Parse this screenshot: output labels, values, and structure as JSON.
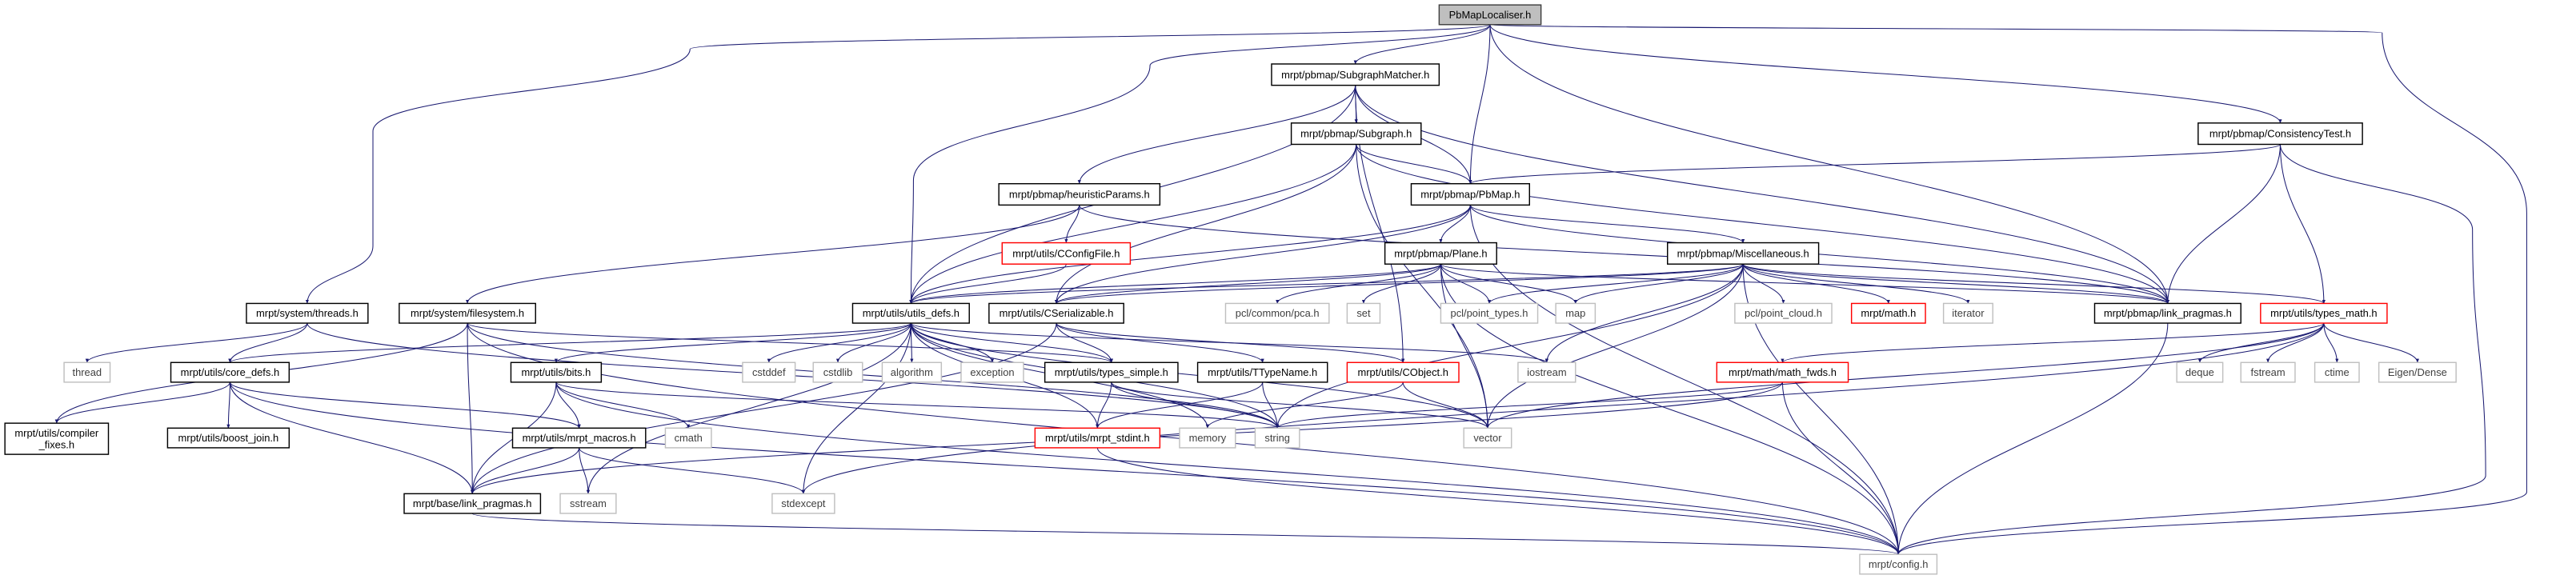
{
  "title": "PbMapLocaliser.h",
  "colors": {
    "edge": "#191970",
    "main_fill": "#bfbfbf",
    "red_border": "#ff0000",
    "system_border": "#bfbfbf"
  },
  "nodes": [
    {
      "id": "localiser",
      "label": "PbMapLocaliser.h",
      "kind": "main"
    },
    {
      "id": "subgraphmatcher",
      "label": "mrpt/pbmap/SubgraphMatcher.h",
      "kind": "normal"
    },
    {
      "id": "subgraph",
      "label": "mrpt/pbmap/Subgraph.h",
      "kind": "normal"
    },
    {
      "id": "consistency",
      "label": "mrpt/pbmap/ConsistencyTest.h",
      "kind": "normal"
    },
    {
      "id": "heuristic",
      "label": "mrpt/pbmap/heuristicParams.h",
      "kind": "normal"
    },
    {
      "id": "pbmap",
      "label": "mrpt/pbmap/PbMap.h",
      "kind": "normal"
    },
    {
      "id": "cconfigfile",
      "label": "mrpt/utils/CConfigFile.h",
      "kind": "red"
    },
    {
      "id": "plane",
      "label": "mrpt/pbmap/Plane.h",
      "kind": "normal"
    },
    {
      "id": "misc",
      "label": "mrpt/pbmap/Miscellaneous.h",
      "kind": "normal"
    },
    {
      "id": "threads",
      "label": "mrpt/system/threads.h",
      "kind": "normal"
    },
    {
      "id": "filesystem",
      "label": "mrpt/system/filesystem.h",
      "kind": "normal"
    },
    {
      "id": "utilsdefs",
      "label": "mrpt/utils/utils_defs.h",
      "kind": "normal"
    },
    {
      "id": "cserializable",
      "label": "mrpt/utils/CSerializable.h",
      "kind": "normal"
    },
    {
      "id": "pca",
      "label": "pcl/common/pca.h",
      "kind": "system"
    },
    {
      "id": "set",
      "label": "set",
      "kind": "system"
    },
    {
      "id": "pointtypes",
      "label": "pcl/point_types.h",
      "kind": "system"
    },
    {
      "id": "map",
      "label": "map",
      "kind": "system"
    },
    {
      "id": "pointcloud",
      "label": "pcl/point_cloud.h",
      "kind": "system"
    },
    {
      "id": "mathh",
      "label": "mrpt/math.h",
      "kind": "red"
    },
    {
      "id": "iterator",
      "label": "iterator",
      "kind": "system"
    },
    {
      "id": "pbmaplink",
      "label": "mrpt/pbmap/link_pragmas.h",
      "kind": "normal"
    },
    {
      "id": "typesmath",
      "label": "mrpt/utils/types_math.h",
      "kind": "red"
    },
    {
      "id": "thread",
      "label": "thread",
      "kind": "system"
    },
    {
      "id": "coredefs",
      "label": "mrpt/utils/core_defs.h",
      "kind": "normal"
    },
    {
      "id": "bits",
      "label": "mrpt/utils/bits.h",
      "kind": "normal"
    },
    {
      "id": "cstddef",
      "label": "cstddef",
      "kind": "system"
    },
    {
      "id": "cstdlib",
      "label": "cstdlib",
      "kind": "system"
    },
    {
      "id": "algorithm",
      "label": "algorithm",
      "kind": "system"
    },
    {
      "id": "exception",
      "label": "exception",
      "kind": "system"
    },
    {
      "id": "typessimple",
      "label": "mrpt/utils/types_simple.h",
      "kind": "normal"
    },
    {
      "id": "ttypename",
      "label": "mrpt/utils/TTypeName.h",
      "kind": "normal"
    },
    {
      "id": "cobject",
      "label": "mrpt/utils/CObject.h",
      "kind": "red"
    },
    {
      "id": "iostream",
      "label": "iostream",
      "kind": "system"
    },
    {
      "id": "mathfwds",
      "label": "mrpt/math/math_fwds.h",
      "kind": "red"
    },
    {
      "id": "deque",
      "label": "deque",
      "kind": "system"
    },
    {
      "id": "fstream",
      "label": "fstream",
      "kind": "system"
    },
    {
      "id": "ctime",
      "label": "ctime",
      "kind": "system"
    },
    {
      "id": "eigen",
      "label": "Eigen/Dense",
      "kind": "system"
    },
    {
      "id": "compilerfixes",
      "label": "mrpt/utils/compiler\n_fixes.h",
      "kind": "normal"
    },
    {
      "id": "boostjoin",
      "label": "mrpt/utils/boost_join.h",
      "kind": "normal"
    },
    {
      "id": "mrptmacros",
      "label": "mrpt/utils/mrpt_macros.h",
      "kind": "normal"
    },
    {
      "id": "cmath",
      "label": "cmath",
      "kind": "system"
    },
    {
      "id": "mrptstdint",
      "label": "mrpt/utils/mrpt_stdint.h",
      "kind": "red"
    },
    {
      "id": "memory",
      "label": "memory",
      "kind": "system"
    },
    {
      "id": "string",
      "label": "string",
      "kind": "system"
    },
    {
      "id": "vector",
      "label": "vector",
      "kind": "system"
    },
    {
      "id": "baselink",
      "label": "mrpt/base/link_pragmas.h",
      "kind": "normal"
    },
    {
      "id": "sstream",
      "label": "sstream",
      "kind": "system"
    },
    {
      "id": "stdexcept",
      "label": "stdexcept",
      "kind": "system"
    },
    {
      "id": "config",
      "label": "mrpt/config.h",
      "kind": "system"
    }
  ],
  "edges": [
    [
      "localiser",
      "subgraphmatcher"
    ],
    [
      "localiser",
      "pbmap"
    ],
    [
      "localiser",
      "utilsdefs"
    ],
    [
      "localiser",
      "threads"
    ],
    [
      "localiser",
      "consistency"
    ],
    [
      "localiser",
      "pbmaplink"
    ],
    [
      "localiser",
      "config"
    ],
    [
      "subgraphmatcher",
      "subgraph"
    ],
    [
      "subgraphmatcher",
      "pbmap"
    ],
    [
      "subgraphmatcher",
      "heuristic"
    ],
    [
      "subgraphmatcher",
      "utilsdefs"
    ],
    [
      "subgraphmatcher",
      "pbmaplink"
    ],
    [
      "subgraphmatcher",
      "cobject"
    ],
    [
      "subgraph",
      "pbmap"
    ],
    [
      "subgraph",
      "pbmaplink"
    ],
    [
      "subgraph",
      "utilsdefs"
    ],
    [
      "subgraph",
      "vector"
    ],
    [
      "subgraph",
      "cserializable"
    ],
    [
      "consistency",
      "pbmap"
    ],
    [
      "consistency",
      "pbmaplink"
    ],
    [
      "consistency",
      "typesmath"
    ],
    [
      "consistency",
      "config"
    ],
    [
      "heuristic",
      "cconfigfile"
    ],
    [
      "heuristic",
      "filesystem"
    ],
    [
      "heuristic",
      "pbmaplink"
    ],
    [
      "pbmap",
      "plane"
    ],
    [
      "pbmap",
      "misc"
    ],
    [
      "pbmap",
      "utilsdefs"
    ],
    [
      "pbmap",
      "cserializable"
    ],
    [
      "pbmap",
      "pbmaplink"
    ],
    [
      "pbmap",
      "config"
    ],
    [
      "cconfigfile",
      "utilsdefs"
    ],
    [
      "plane",
      "utilsdefs"
    ],
    [
      "plane",
      "cserializable"
    ],
    [
      "plane",
      "pca"
    ],
    [
      "plane",
      "set"
    ],
    [
      "plane",
      "pointtypes"
    ],
    [
      "plane",
      "map"
    ],
    [
      "plane",
      "pbmaplink"
    ],
    [
      "plane",
      "vector"
    ],
    [
      "plane",
      "config"
    ],
    [
      "misc",
      "pointtypes"
    ],
    [
      "misc",
      "map"
    ],
    [
      "misc",
      "pointcloud"
    ],
    [
      "misc",
      "mathh"
    ],
    [
      "misc",
      "iterator"
    ],
    [
      "misc",
      "pbmaplink"
    ],
    [
      "misc",
      "typesmath"
    ],
    [
      "misc",
      "iostream"
    ],
    [
      "misc",
      "vector"
    ],
    [
      "misc",
      "string"
    ],
    [
      "misc",
      "config"
    ],
    [
      "misc",
      "utilsdefs"
    ],
    [
      "misc",
      "cserializable"
    ],
    [
      "threads",
      "thread"
    ],
    [
      "threads",
      "coredefs"
    ],
    [
      "threads",
      "string"
    ],
    [
      "filesystem",
      "compilerfixes"
    ],
    [
      "filesystem",
      "baselink"
    ],
    [
      "filesystem",
      "config"
    ],
    [
      "filesystem",
      "typessimple"
    ],
    [
      "filesystem",
      "string"
    ],
    [
      "utilsdefs",
      "coredefs"
    ],
    [
      "utilsdefs",
      "bits"
    ],
    [
      "utilsdefs",
      "cstddef"
    ],
    [
      "utilsdefs",
      "cstdlib"
    ],
    [
      "utilsdefs",
      "algorithm"
    ],
    [
      "utilsdefs",
      "exception"
    ],
    [
      "utilsdefs",
      "typessimple"
    ],
    [
      "utilsdefs",
      "iostream"
    ],
    [
      "utilsdefs",
      "memory"
    ],
    [
      "utilsdefs",
      "sstream"
    ],
    [
      "utilsdefs",
      "stdexcept"
    ],
    [
      "utilsdefs",
      "string"
    ],
    [
      "utilsdefs",
      "mrptstdint"
    ],
    [
      "utilsdefs",
      "vector"
    ],
    [
      "cserializable",
      "typessimple"
    ],
    [
      "cserializable",
      "ttypename"
    ],
    [
      "cserializable",
      "cobject"
    ],
    [
      "cserializable",
      "baselink"
    ],
    [
      "coredefs",
      "compilerfixes"
    ],
    [
      "coredefs",
      "boostjoin"
    ],
    [
      "coredefs",
      "baselink"
    ],
    [
      "coredefs",
      "mrptmacros"
    ],
    [
      "coredefs",
      "config"
    ],
    [
      "bits",
      "baselink"
    ],
    [
      "bits",
      "mrptmacros"
    ],
    [
      "bits",
      "cmath"
    ],
    [
      "bits",
      "string"
    ],
    [
      "bits",
      "config"
    ],
    [
      "mrptmacros",
      "baselink"
    ],
    [
      "mrptmacros",
      "sstream"
    ],
    [
      "mrptmacros",
      "stdexcept"
    ],
    [
      "typessimple",
      "mrptstdint"
    ],
    [
      "typessimple",
      "string"
    ],
    [
      "typessimple",
      "vector"
    ],
    [
      "ttypename",
      "mrptstdint"
    ],
    [
      "ttypename",
      "string"
    ],
    [
      "cobject",
      "memory"
    ],
    [
      "cobject",
      "vector"
    ],
    [
      "pbmaplink",
      "config"
    ],
    [
      "typesmath",
      "deque"
    ],
    [
      "typesmath",
      "fstream"
    ],
    [
      "typesmath",
      "ctime"
    ],
    [
      "typesmath",
      "eigen"
    ],
    [
      "typesmath",
      "mathfwds"
    ],
    [
      "typesmath",
      "vector"
    ],
    [
      "typesmath",
      "stdexcept"
    ],
    [
      "mathfwds",
      "config"
    ],
    [
      "mathfwds",
      "string"
    ],
    [
      "mathfwds",
      "baselink"
    ],
    [
      "mrptstdint",
      "config"
    ],
    [
      "baselink",
      "config"
    ]
  ]
}
